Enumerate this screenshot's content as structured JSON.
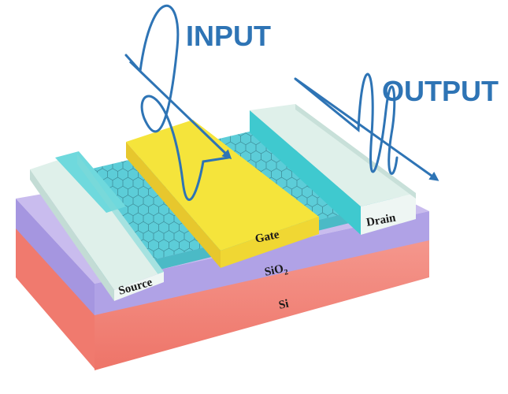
{
  "signals": {
    "input": "INPUT",
    "output": "OUTPUT"
  },
  "labels": {
    "gate": "Gate",
    "drain": "Drain",
    "source": "Source",
    "oxide_base": "SiO",
    "oxide_sub": "2",
    "substrate": "Si"
  },
  "colors": {
    "signal": "#2e74b5",
    "gate_top": "#f3e23a",
    "gate_side": "#e8c72c",
    "electrode_top": "#e6f2ee",
    "electrode_side": "#cfe3dd",
    "channel": "#55cbd6",
    "oxide": "#b4a6e6",
    "substrate": "#f28479"
  }
}
